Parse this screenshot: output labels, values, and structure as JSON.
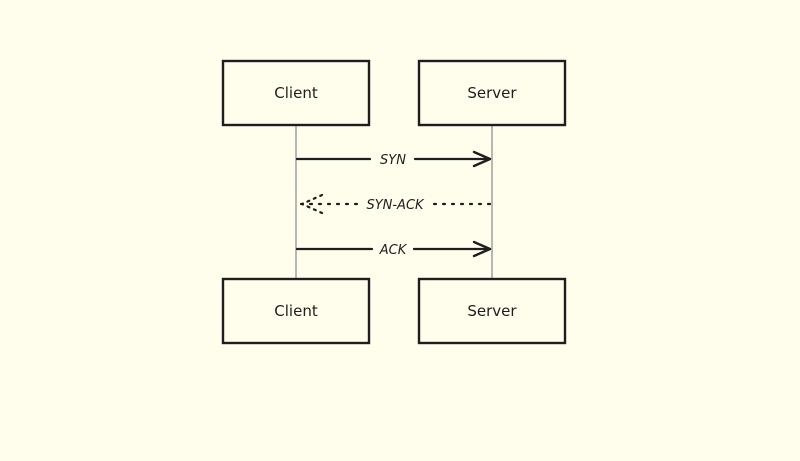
{
  "diagram": {
    "participants": {
      "client_top": "Client",
      "server_top": "Server",
      "client_bottom": "Client",
      "server_bottom": "Server"
    },
    "messages": {
      "syn": "SYN",
      "syn_ack": "SYN-ACK",
      "ack": "ACK"
    }
  },
  "colors": {
    "background": "#fffdec",
    "stroke": "#1e1e1e",
    "lifeline": "#9a9a9a"
  }
}
